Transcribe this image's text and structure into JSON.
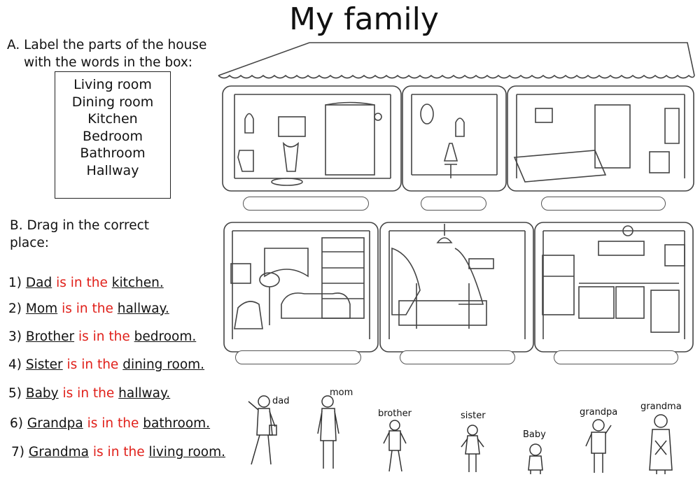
{
  "title": "My family",
  "section_a": {
    "line1": "A. Label the parts of the house",
    "line2": "with the words in the box:",
    "words": [
      "Living room",
      "Dining room",
      "Kitchen",
      "Bedroom",
      "Bathroom",
      "Hallway"
    ]
  },
  "section_b": {
    "instruction": "B. Drag in the correct place:",
    "sentences": [
      {
        "num": "1)",
        "who": "Dad",
        "mid": "is in the",
        "room": "kitchen."
      },
      {
        "num": "2)",
        "who": "Mom",
        "mid": "is in the",
        "room": "hallway."
      },
      {
        "num": "3)",
        "who": "Brother",
        "mid": "is in the",
        "room": "bedroom."
      },
      {
        "num": "4)",
        "who": "Sister",
        "mid": "is in the",
        "room": "dining room."
      },
      {
        "num": "5)",
        "who": "Baby",
        "mid": "is in the",
        "room": "hallway."
      },
      {
        "num": "6)",
        "who": "Grandpa",
        "mid": "is in the",
        "room": "bathroom."
      },
      {
        "num": "7)",
        "who": "Grandma",
        "mid": "is in the",
        "room": "living room."
      }
    ]
  },
  "figures": {
    "dad": "dad",
    "mom": "mom",
    "brother": "brother",
    "sister": "sister",
    "baby": "Baby",
    "grandpa": "grandpa",
    "grandma": "grandma"
  },
  "colors": {
    "accent_red": "#e0201a",
    "line": "#444444"
  }
}
